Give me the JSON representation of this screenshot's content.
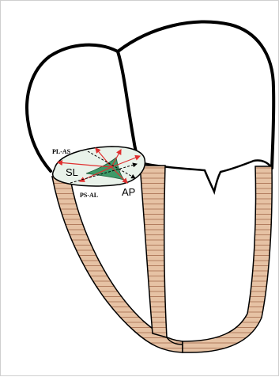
{
  "labels": {
    "pl_as": "PL-AS",
    "ps_al": "PS-AL",
    "sl": "SL",
    "ap": "AP"
  },
  "colors": {
    "outline": "#000000",
    "myocardium_fill": "#e6c2a4",
    "myocardium_stripe": "#b27d5f",
    "annulus_fill": "#e9f2ea",
    "leaflet_fill": "#3e9a68",
    "arrow_red": "#e03030"
  }
}
